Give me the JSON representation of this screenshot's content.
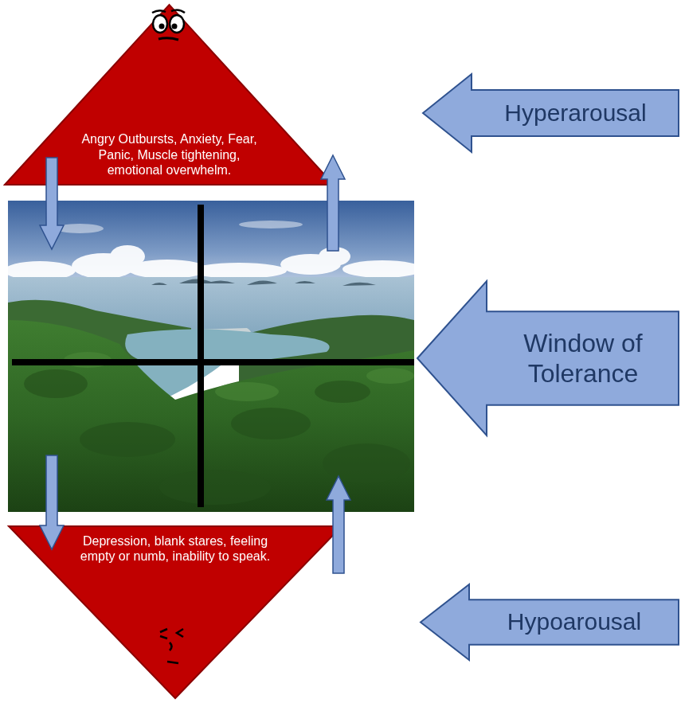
{
  "diagram": {
    "nodes": [
      {
        "text": [
          "Angry Outbursts, Anxiety, Fear, Panic, Muscle tightening, emotional overwhelm."
        ]
      },
      {
        "text": [
          "Hyperarousal"
        ]
      },
      {
        "text": [
          "Window of Tolerance"
        ]
      },
      {
        "text": [
          "Depression, blank stares, feeling empty or numb, inability to speak."
        ]
      },
      {
        "text": [
          "Hypoarousal"
        ]
      }
    ]
  }
}
